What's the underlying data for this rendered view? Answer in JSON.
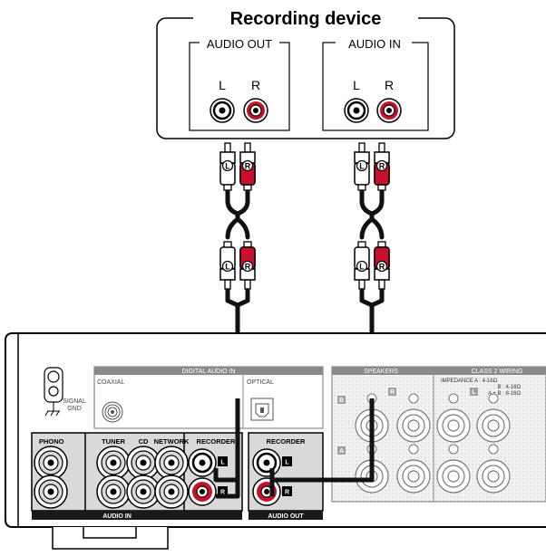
{
  "recording_device": {
    "title": "Recording device",
    "audio_out_label": "AUDIO OUT",
    "audio_in_label": "AUDIO IN",
    "left_label": "L",
    "right_label": "R"
  },
  "plugs": {
    "left_mark": "L",
    "right_mark": "R"
  },
  "amplifier": {
    "digital_audio_in": "DIGITAL AUDIO IN",
    "coaxial": "COAXIAL",
    "optical": "OPTICAL",
    "signal_gnd_line1": "SIGNAL",
    "signal_gnd_line2": "GND",
    "phono": "PHONO",
    "tuner": "TUNER",
    "cd": "CD",
    "network": "NETWORK",
    "recorder_in": "RECORDER",
    "recorder_out": "RECORDER",
    "audio_in_bar": "AUDIO IN",
    "audio_out_bar": "AUDIO OUT",
    "jack_left_mark": "L",
    "jack_right_mark": "R",
    "speakers": "SPEAKERS",
    "class2_wiring": "CLASS 2 WIRING",
    "impedance_line1": "IMPEDANCE  A    : 4-16Ω",
    "impedance_line2": "B    : 4-16Ω",
    "impedance_line3": "A + B : 8-16Ω",
    "speaker_a": "A",
    "speaker_b": "B",
    "speaker_l": "L",
    "speaker_r": "R"
  },
  "colors": {
    "right_channel": "#c8102e",
    "cable": "#111111",
    "panel_fill": "#d9d9d9",
    "bar_fill": "#1a1a1a"
  }
}
